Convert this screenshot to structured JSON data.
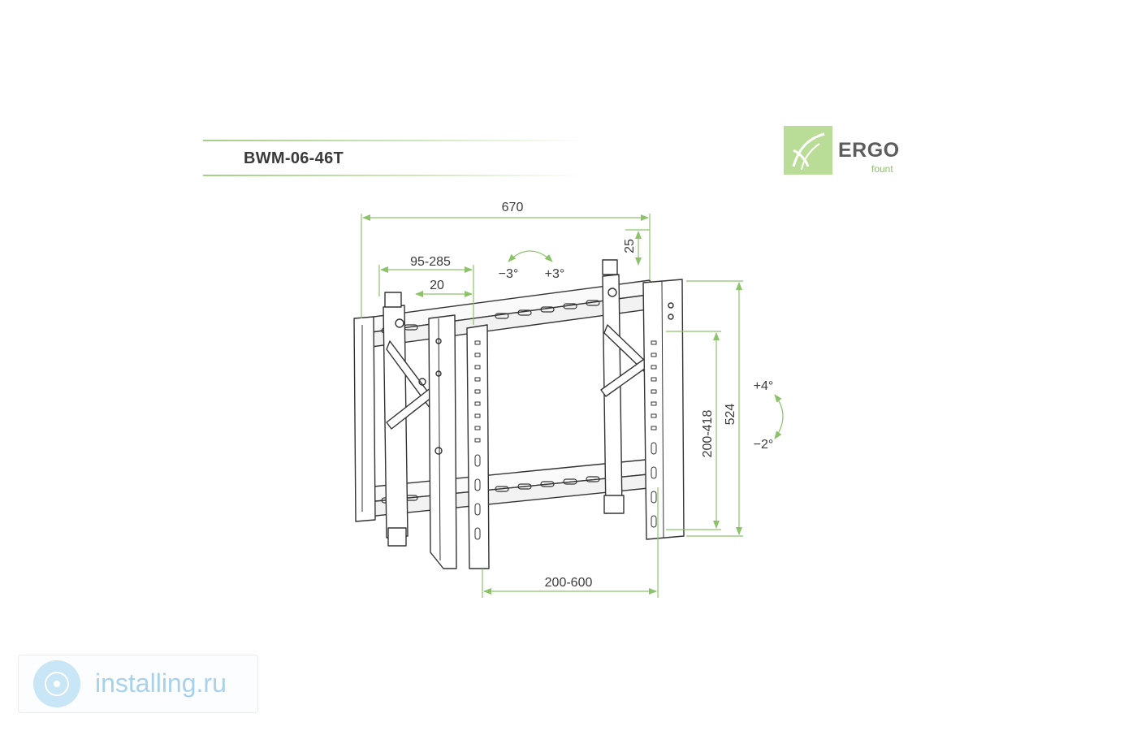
{
  "header": {
    "model": "BWM-06-46T"
  },
  "logo": {
    "name": "ERGO",
    "sub": "fount"
  },
  "dimensions": {
    "overall_width": "670",
    "arm_range": "95-285",
    "offset": "20",
    "depth": "25",
    "tilt_left": "−3°",
    "tilt_right": "+3°",
    "height": "524",
    "vertical_range": "200-418",
    "horizontal_range": "200-600",
    "tilt_up": "+4°",
    "tilt_down": "−2°"
  },
  "watermark": {
    "text": "installing.ru"
  },
  "colors": {
    "dimension_line": "#8cc36a",
    "drawing_line": "#333333",
    "brand_green": "#b9dc97"
  }
}
